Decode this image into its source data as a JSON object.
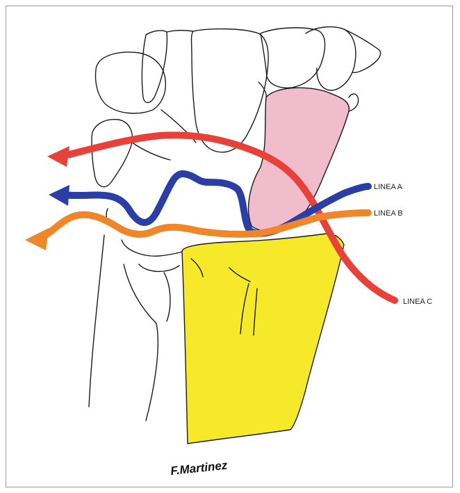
{
  "lines": [
    {
      "label": "LINEA   A",
      "color": "#2b3ea6"
    },
    {
      "label": "LINEA   B",
      "color": "#f0862a"
    },
    {
      "label": "LINEA   C",
      "color": "#e8413a"
    }
  ],
  "signature": "F.Martinez",
  "colors": {
    "radius": "#f5e92a",
    "lunate": "#f1bccb",
    "outline": "#1a1a1a"
  }
}
